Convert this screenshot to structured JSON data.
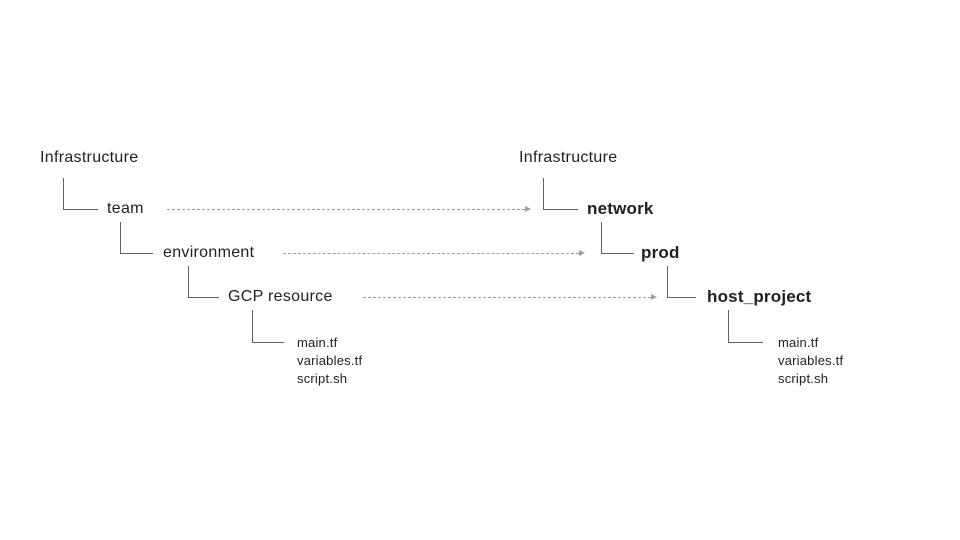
{
  "diagram": {
    "description": "Mapping of a generic Terraform infrastructure directory layout to a concrete example",
    "colors": {
      "background": "#ffffff",
      "text": "#212121",
      "connector": "#5f6368",
      "arrow": "#9aa0a6"
    },
    "left_tree": {
      "root": "Infrastructure",
      "levels": [
        {
          "label": "team"
        },
        {
          "label": "environment"
        },
        {
          "label": "GCP resource"
        }
      ],
      "files": [
        "main.tf",
        "variables.tf",
        "script.sh"
      ]
    },
    "right_tree": {
      "root": "Infrastructure",
      "levels": [
        {
          "label": "network"
        },
        {
          "label": "prod"
        },
        {
          "label": "host_project"
        }
      ],
      "files": [
        "main.tf",
        "variables.tf",
        "script.sh"
      ]
    },
    "arrows": [
      {
        "from": "team",
        "to": "network"
      },
      {
        "from": "environment",
        "to": "prod"
      },
      {
        "from": "GCP resource",
        "to": "host_project"
      }
    ]
  }
}
